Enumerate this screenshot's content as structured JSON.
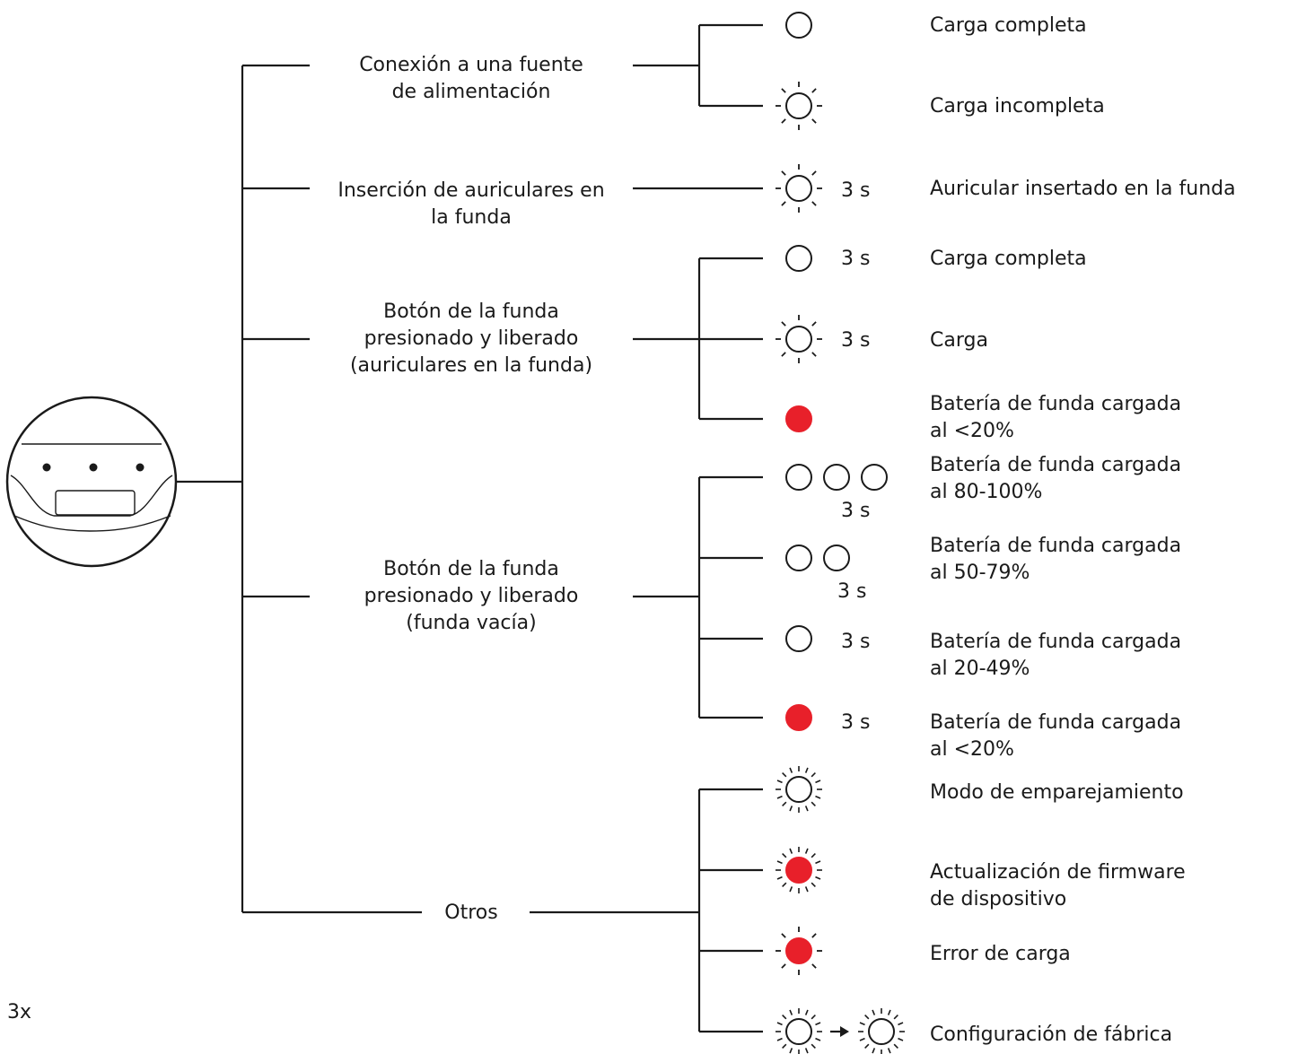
{
  "colors": {
    "line": "#1a1a1a",
    "red": "#e8202a"
  },
  "device_icon": {
    "name": "case-with-three-leds-icon",
    "multiplier_label": "3x"
  },
  "categories": [
    {
      "label": "Conexión a una fuente\nde alimentación"
    },
    {
      "label": "Inserción de auriculares en\nla funda"
    },
    {
      "label": "Botón de la funda\npresionado y liberado\n(auriculares en la funda)"
    },
    {
      "label": "Botón de la funda\npresionado y liberado\n(funda vacía)"
    },
    {
      "label": "Otros"
    }
  ],
  "rows": [
    {
      "led": "white-solid",
      "duration": "",
      "desc": "Carga completa"
    },
    {
      "led": "white-pulsing",
      "duration": "",
      "desc": "Carga incompleta"
    },
    {
      "led": "white-pulsing",
      "duration": "3 s",
      "desc": "Auricular insertado en la funda"
    },
    {
      "led": "white-solid",
      "duration": "3 s",
      "desc": "Carga completa"
    },
    {
      "led": "white-pulsing",
      "duration": "3 s",
      "desc": "Carga"
    },
    {
      "led": "red-solid",
      "duration": "",
      "desc": "Batería de funda cargada\nal <20%"
    },
    {
      "led": "three-white-solid",
      "duration": "3 s",
      "desc": "Batería de funda cargada\nal 80-100%"
    },
    {
      "led": "two-white-solid",
      "duration": "3 s",
      "desc": "Batería de funda cargada\nal 50-79%"
    },
    {
      "led": "white-solid",
      "duration": "3 s",
      "desc": "Batería de funda cargada\nal 20-49%"
    },
    {
      "led": "red-solid",
      "duration": "3 s",
      "desc": "Batería de funda cargada\nal <20%"
    },
    {
      "led": "white-fast-blinking",
      "duration": "",
      "desc": "Modo de emparejamiento"
    },
    {
      "led": "red-fast-blinking",
      "duration": "",
      "desc": "Actualización de firmware\nde dispositivo"
    },
    {
      "led": "red-pulsing",
      "duration": "",
      "desc": "Error de carga"
    },
    {
      "led": "white-fast-blinking-to-white-fast-blinking",
      "duration": "",
      "desc": "Configuración de fábrica"
    }
  ]
}
